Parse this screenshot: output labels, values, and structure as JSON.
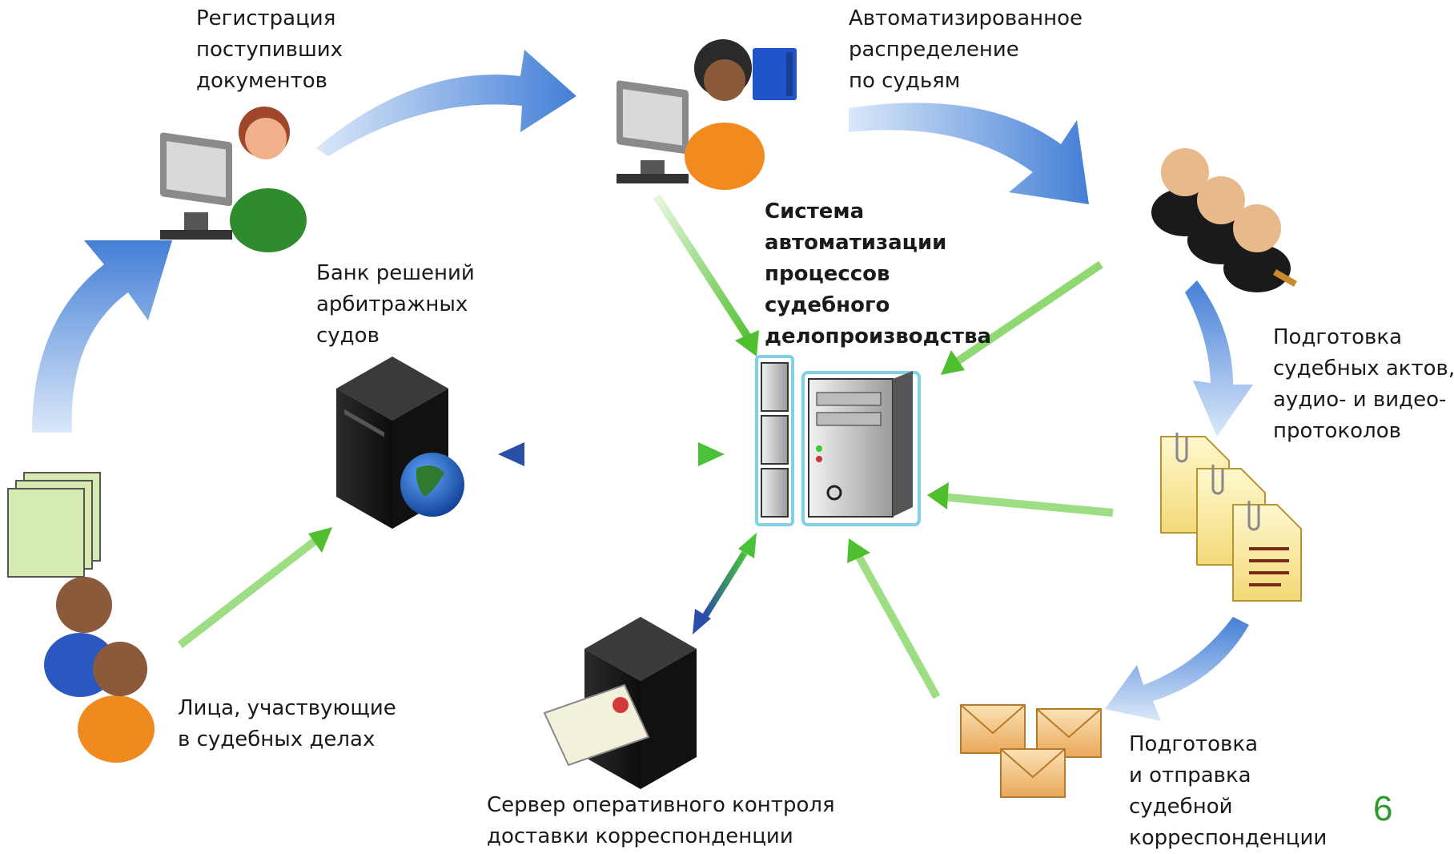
{
  "labels": {
    "registration": [
      "Регистрация",
      "поступивших",
      "документов"
    ],
    "distribution": [
      "Автоматизированное",
      "распределение",
      "по судьям"
    ],
    "bank": [
      "Банк решений",
      "арбитражных",
      "судов"
    ],
    "system": [
      "Система",
      "автоматизации",
      "процессов",
      "судебного",
      "делопроизводства"
    ],
    "acts": [
      "Подготовка",
      "судебных актов,",
      "аудио- и видео-",
      "протоколов"
    ],
    "participants": [
      "Лица, участвующие",
      "в судебных делах"
    ],
    "delivery_server": [
      "Сервер оперативного контроля",
      "доставки корреспонденции"
    ],
    "sending": [
      "Подготовка",
      "и отправка",
      "судебной",
      "корреспонденции"
    ]
  },
  "page_number": "6",
  "colors": {
    "blue_arrow": "#3a78d4",
    "green_arrow": "#5cc43a",
    "page_number": "#2e9a2e"
  },
  "icons": [
    "clerk-at-computer-icon",
    "operator-with-folder-icon",
    "judges-icon",
    "server-rack-globe-icon",
    "system-server-icon",
    "documents-icon",
    "people-icon",
    "mail-server-icon",
    "envelopes-icon"
  ]
}
